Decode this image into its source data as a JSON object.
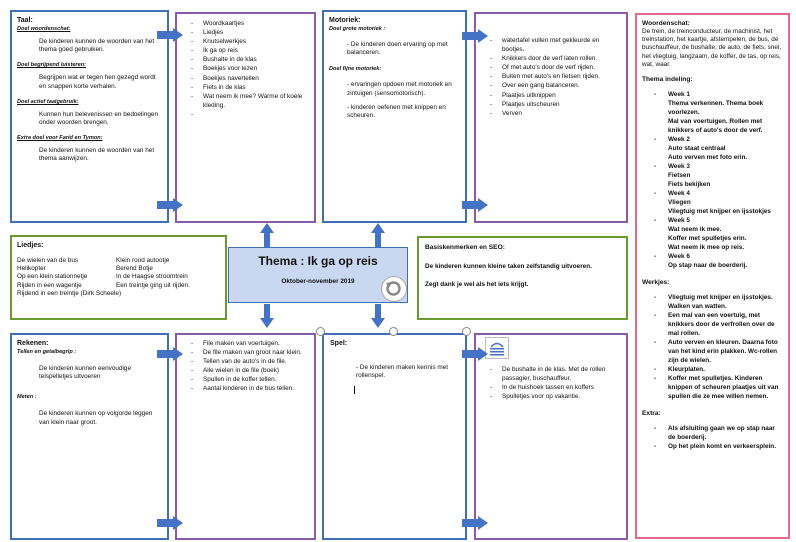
{
  "taal": {
    "title": "Taal:",
    "sub1": "Doel woordenschat:",
    "text1": "De kinderen kunnen de woorden van het thema goed gebruiken.",
    "sub2": "Doel begrijpend luisteren:",
    "text2": "Begrijpen wat er tegen hen gezegd wordt en snappen korte verhalen.",
    "sub3": "Doel actief taalgebruik:",
    "text3": "Kunnen hun belevenissen en bedoelingen onder woorden brengen.",
    "sub4": "Extra doel voor Farid en Tymon:",
    "text4": "De kinderen kunnen de woorden van het thema aanwijzen."
  },
  "materials": {
    "items": [
      "Woordkaartjes",
      "Liedjes",
      "Knutselwerkjes",
      "Ik ga op reis",
      "Bushalte in de klas",
      "Boekjes voor lezen",
      "Boekjes navertellen",
      "Fiets in de klas",
      "Wat neem ik mee? Warme of koele kleding.",
      ""
    ]
  },
  "motoriek": {
    "title": "Motoriek:",
    "sub1": "Doel grote motoriek :",
    "text1": "- De kinderen doen ervaring op met balanceren.",
    "sub2": "Doel fijne motoriek:",
    "text2": "- ervaringen opdoen met motoriek en zintuigen (sensomotorisch).",
    "text3": "- kinderen oefenen met knippen en scheuren."
  },
  "activities_motoriek": {
    "items": [
      "watertafel vullen met gekleurde en bootjes.",
      "Knikkers door de verf laten rollen.",
      "Of met auto's door de verf rijden.",
      "Buiten met auto's en fietsen rijden.",
      "Over een gang balanceren.",
      "Plaatjes uitknippen",
      "Plaatjes uitscheuren",
      "Verven"
    ]
  },
  "woordenschat": {
    "title": "Woordenschat:",
    "text": "De trein, de treinconducteur, de machinist, het treinstation, het kaartje, afstempelen, de bus, de buschauffeur, de bushalte, de auto, de fiets, snel, het vliegtuig, langzaam, de koffer, de tas, op reis, wat, waar.",
    "indeling_title": "Thema indeling:",
    "weeks": [
      {
        "week": "Week 1",
        "lines": [
          "Thema verkennen. Thema boek voorlezen.",
          "Mal van voertuigen. Rollen met knikkers of auto's door de verf."
        ]
      },
      {
        "week": "Week 2",
        "lines": [
          "Auto staat centraal",
          "Auto verven met foto erin."
        ]
      },
      {
        "week": "Week 3",
        "lines": [
          "Fietsen",
          "Fiets bekijken"
        ]
      },
      {
        "week": "Week 4",
        "lines": [
          "Vliegen",
          "Vliegtuig met knijper en ijsstokjes"
        ]
      },
      {
        "week": "Week 5",
        "lines": [
          "Wat neem ik mee.",
          "Koffer met spulletjes erin.",
          "Wat neem ik mee op reis."
        ]
      },
      {
        "week": "Week 6",
        "lines": [
          "Op stap naar de boerderij."
        ]
      }
    ],
    "werkjes_title": "Werkjes:",
    "werkjes": [
      "Vliegtuig met knijper en ijsstokjes. Walken van watten.",
      "Een mal van een voertuig, met knikkers door de verfrollen over de mal rollen.",
      "Auto verven en kleuren. Daarna foto van het kind erin plakken. Wc-rollen zijn de wielen.",
      "Kleurplaten.",
      "Koffer met spulletjes. Kinderen knippen of scheuren plaatjes uit van spullen die ze mee willen nemen."
    ],
    "extra_title": "Extra:",
    "extra": [
      "Als afsluiting gaan we op stap naar de boerderij.",
      "Op het plein komt en verkeersplein."
    ]
  },
  "liedjes": {
    "title": "Liedjes:",
    "left": [
      "De wielen van de bus",
      "Helikopter",
      "Op een klein stationnetje",
      "Rijden in een wagentje",
      "Rijdend in een treintje (Dirk Scheele)"
    ],
    "right": [
      "Klein rood autootje",
      "Berend Botje",
      "In de Haagse stroomtrein",
      "Een treintje ging uit rijden."
    ]
  },
  "center": {
    "title": "Thema : Ik ga op reis",
    "date": "Oktober-november 2019"
  },
  "seo": {
    "title": "Basiskenmerken en SEO:",
    "line1": "De kinderen kunnen kleine taken zelfstandig uitvoeren.",
    "line2": "Zegt dank je wel als het iets krijgt."
  },
  "rekenen": {
    "title": "Rekenen:",
    "sub1": "Tellen en getalbegrip :",
    "text1": "De kinderen kunnen eenvoudige telspelletjes uitvoeren",
    "sub2": "Meten :",
    "text2": "De kinderen kunnen op volgorde leggen van klein naar groot."
  },
  "rekenen_act": {
    "items": [
      "File maken van voertuigen.",
      "De file maken van groot naar klein.",
      "Tellen van de auto's in de file.",
      "Alle wielen in de file (boek)",
      "Spullen in de koffer tellen.",
      "Aantal kinderen in de bus tellen."
    ]
  },
  "spel": {
    "title": "Spel:",
    "text": "De kinderen maken kennis met rollenspel."
  },
  "spel_act": {
    "items": [
      "De bushalte in de klas. Met de rollen passagier, buschauffeur.",
      "In de huishoek tassen en koffers",
      "Spulletjes voor op vakantie."
    ]
  },
  "colors": {
    "blue": "#3f6fb5",
    "purple": "#8a5aa8",
    "pink": "#e06a8a",
    "green": "#6a9a2e",
    "arrow": "#4472c4",
    "center_fill": "#c9d8f0"
  }
}
